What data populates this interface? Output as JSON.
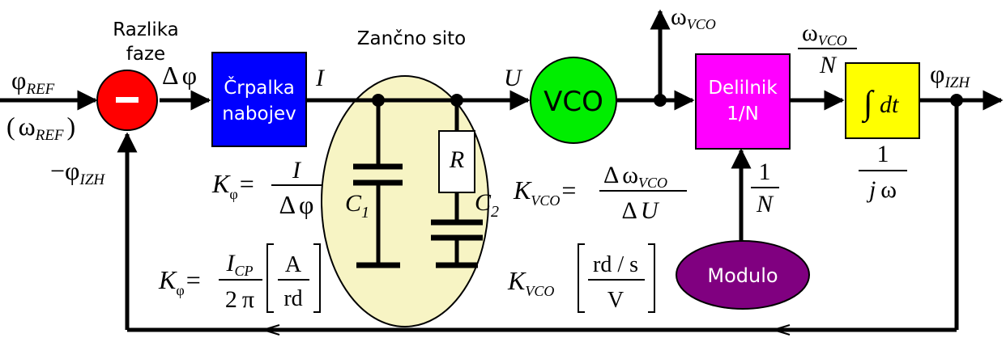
{
  "labels": {
    "phase_difference_title_1": "Razlika",
    "phase_difference_title_2": "faze",
    "loop_filter_title": "Zančno sito",
    "phi": "φ",
    "omega": "ω",
    "sub_ref": "REF",
    "sub_izh": "IZH",
    "sub_vco": "VCO",
    "sub_cp": "CP",
    "minus": "−",
    "delta": "Δ",
    "I": "I",
    "U": "U",
    "N": "N",
    "one": "1",
    "R": "R",
    "C": "C",
    "sub_1": "1",
    "sub_2": "2",
    "K": "K",
    "eq": "=",
    "two": "2",
    "pi": "π",
    "j": "j",
    "integral": "∫",
    "dt": "dt",
    "A": "A",
    "rd": "rd",
    "rd_per_s": "rd / s",
    "V": "V",
    "lparen": "(",
    "rparen": ")"
  },
  "blocks": {
    "phase_detector": {
      "label": "−",
      "color": "#ff0000"
    },
    "charge_pump": {
      "label_1": "Črpalka",
      "label_2": "nabojev",
      "color": "#0000ff"
    },
    "vco": {
      "label": "VCO",
      "color": "#00ee00"
    },
    "divider": {
      "label_1": "Delilnik",
      "label_2": "1/N",
      "color": "#ff00ff"
    },
    "integrator": {
      "label": "∫ dt",
      "color": "#ffff00"
    },
    "modulo": {
      "label": "Modulo",
      "color": "#800080"
    },
    "loop_filter": {
      "color": "#f7f4c4"
    }
  }
}
